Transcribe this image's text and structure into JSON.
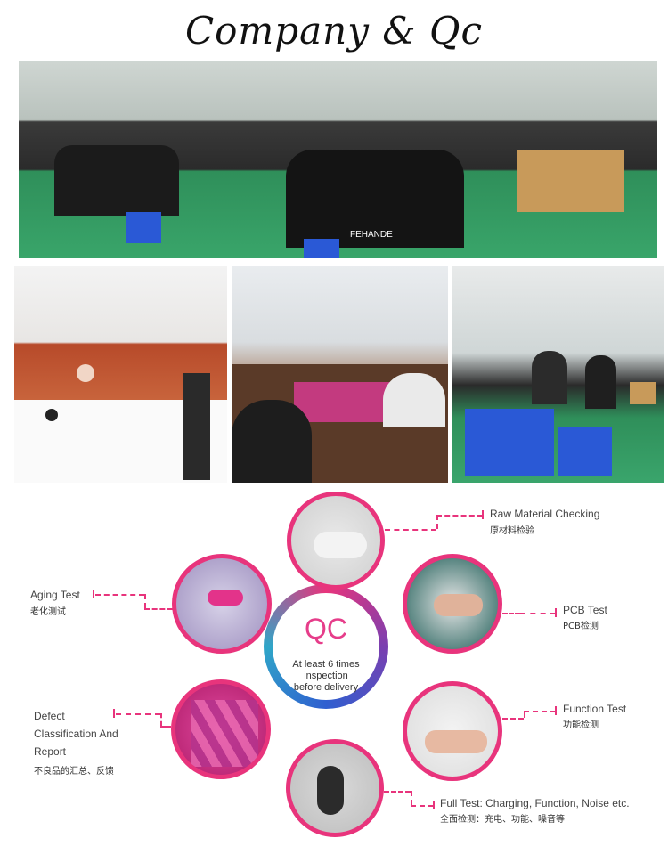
{
  "title": "Company & Qc",
  "photos": {
    "factory_sign": "FEHANDE"
  },
  "qc": {
    "center_title": "QC",
    "center_text_1": "At least 6 times",
    "center_text_2": "inspection",
    "center_text_3": "before delivery",
    "steps": [
      {
        "en": "Raw Material Checking",
        "cn": "原材料检验"
      },
      {
        "en": "PCB Test",
        "cn": "PCB检测"
      },
      {
        "en": "Function Test",
        "cn": "功能检测"
      },
      {
        "en": "Full Test: Charging, Function, Noise etc.",
        "cn": "全面检测：充电、功能、噪音等"
      },
      {
        "en_1": "Defect",
        "en_2": "Classification And",
        "en_3": "Report",
        "cn": "不良品的汇总、反馈"
      },
      {
        "en": "Aging Test",
        "cn": "老化测试"
      }
    ]
  },
  "colors": {
    "accent": "#e8347c",
    "ring_dark": "#2a2a7a"
  }
}
